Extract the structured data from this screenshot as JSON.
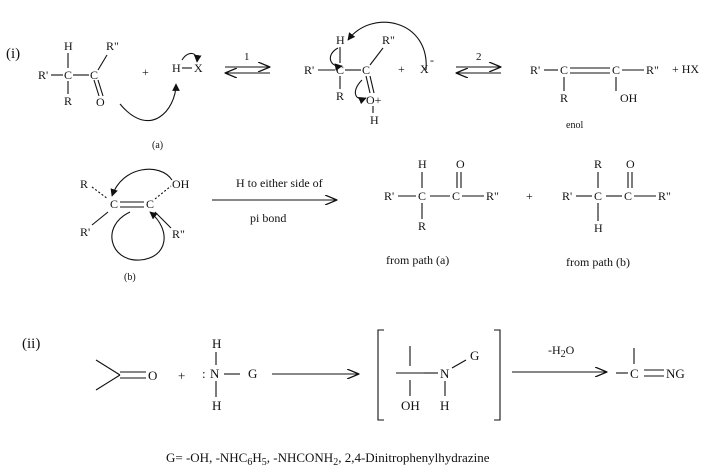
{
  "part_i": {
    "label": "(i)",
    "sub_a": "(a)",
    "sub_b": "(b)",
    "step1": "1",
    "step2": "2",
    "enol": "enol",
    "plus": "+",
    "hx": "+ HX",
    "r_prime": "R'",
    "r": "R",
    "r_dbl": "R\"",
    "h": "H",
    "c": "C",
    "o": "O",
    "hx_reagent": "H",
    "x": "X",
    "x_minus": "X",
    "minus": "-",
    "o_plus": "O+",
    "oh": "OH",
    "path_arrow_label": "H to either side of",
    "path_arrow_label2": "pi bond",
    "from_a": "from path (a)",
    "from_b": "from path (b)"
  },
  "part_ii": {
    "label": "(ii)",
    "plus": "+",
    "n": "N",
    "g": "G",
    "colon": ":",
    "dehydration": "-H",
    "dehydration_sub": "2",
    "dehydration_o": "O",
    "ng": "NG",
    "g_def_1": "G= -OH, -NHC",
    "g_def_sub1": "6",
    "g_def_2": "H",
    "g_def_sub2": "5",
    "g_def_3": ", -NHCONH",
    "g_def_sub3": "2",
    "g_def_4": ", 2,4-Dinitrophenylhydrazine"
  }
}
